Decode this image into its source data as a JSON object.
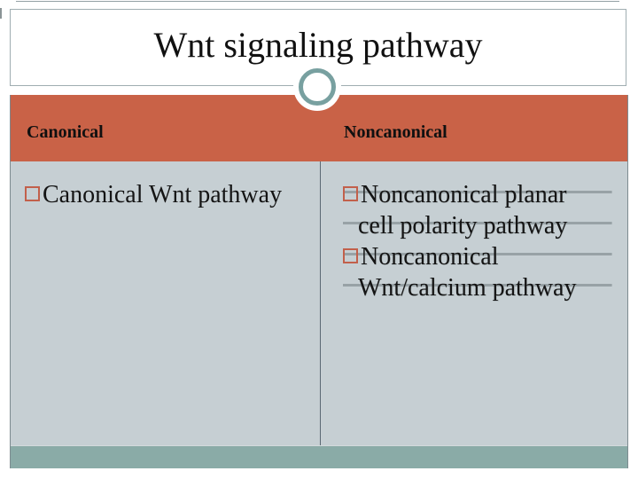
{
  "slide": {
    "title": "Wnt signaling pathway",
    "table": {
      "headers": [
        {
          "id": "canonical",
          "label": "Canonical"
        },
        {
          "id": "noncanonical",
          "label": "Noncanonical"
        }
      ],
      "left_items": [
        {
          "text": "Canonical Wnt pathway"
        }
      ],
      "right_items": [
        {
          "lines": [
            "Noncanonical planar",
            "cell polarity pathway"
          ]
        },
        {
          "lines": [
            "Noncanonical",
            "Wnt/calcium pathway"
          ]
        }
      ]
    },
    "icons": {
      "bullet": "square-outline-bullet",
      "ornament": "ring-circle"
    },
    "colors": {
      "accent_red": "#c96247",
      "content_bg": "#c6cfd3",
      "footer_teal": "#8aaba7",
      "circle_stroke": "#78a0a0",
      "bullet_outline": "#c2604b",
      "column_divider": "#5a6873",
      "title_text": "#111111",
      "body_text": "#141414"
    }
  }
}
